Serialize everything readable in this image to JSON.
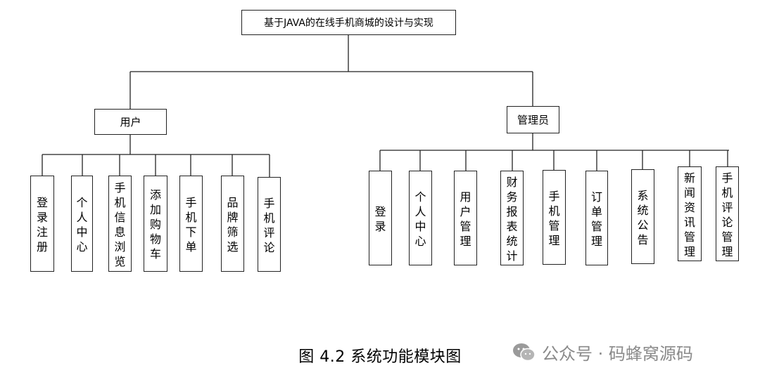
{
  "root": "基于JAVA的在线手机商城的设计与实现",
  "groups": [
    {
      "label": "用户",
      "items": [
        "登录注册",
        "个人中心",
        "手机信息浏览",
        "添加购物车",
        "手机下单",
        "品牌筛选",
        "手机评论"
      ]
    },
    {
      "label": "管理员",
      "items": [
        "登录",
        "个人中心",
        "用户管理",
        "财务报表统计",
        "手机管理",
        "订单管理",
        "系统公告",
        "新闻资讯管理",
        "手机评论管理"
      ]
    }
  ],
  "caption": "图 4.2  系统功能模块图",
  "watermark": "公众号 · 码蜂窝源码",
  "watermark_icon": "wechat-icon"
}
